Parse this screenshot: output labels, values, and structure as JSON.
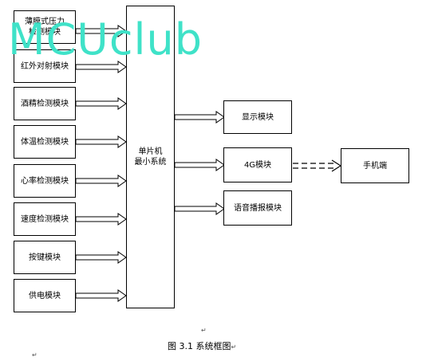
{
  "left_modules": [
    {
      "label": [
        "薄膜式压力",
        "检测模块"
      ]
    },
    {
      "label": [
        "红外对射模块"
      ]
    },
    {
      "label": [
        "酒精检测模块"
      ]
    },
    {
      "label": [
        "体温检测模块"
      ]
    },
    {
      "label": [
        "心率检测模块"
      ]
    },
    {
      "label": [
        "速度检测模块"
      ]
    },
    {
      "label": [
        "按键模块"
      ]
    },
    {
      "label": [
        "供电模块"
      ]
    }
  ],
  "center": {
    "line1": "单片机",
    "line2": "最小系统"
  },
  "right_modules": [
    {
      "label": "显示模块"
    },
    {
      "label": "4G模块"
    },
    {
      "label": "语音播报模块"
    }
  ],
  "phone": {
    "label": "手机端"
  },
  "watermark": "MCUclub",
  "caption": "图 3.1  系统框图",
  "return_mark": "↵"
}
